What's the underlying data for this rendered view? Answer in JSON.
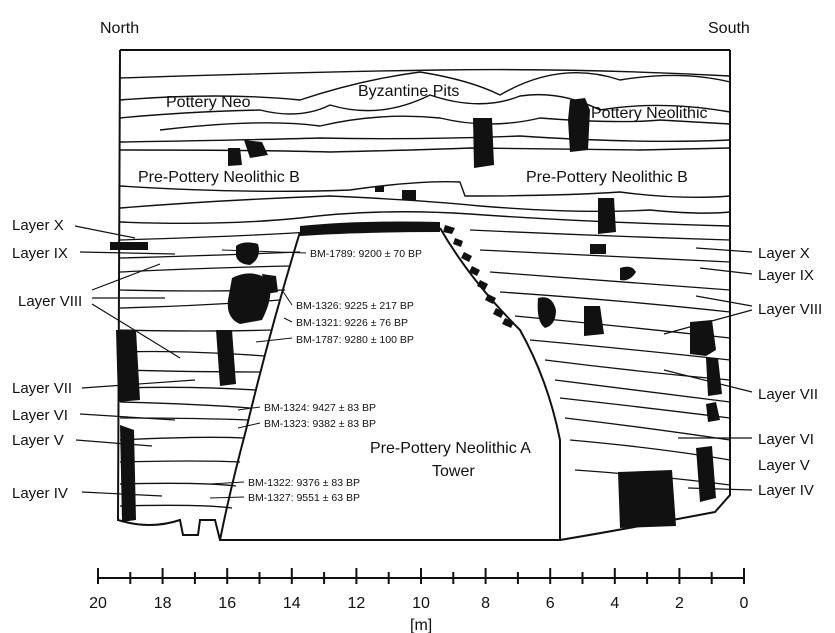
{
  "orientation": {
    "left": "North",
    "right": "South"
  },
  "period_labels": {
    "pottery_neo": "Pottery Neo",
    "byzantine": "Byzantine Pits",
    "pottery_neolithic": "Pottery Neolithic",
    "ppnb_left": "Pre-Pottery Neolithic B",
    "ppnb_right": "Pre-Pottery Neolithic B",
    "ppna_line1": "Pre-Pottery Neolithic A",
    "ppna_line2": "Tower"
  },
  "layers_left": [
    "Layer X",
    "Layer IX",
    "Layer VIII",
    "Layer VII",
    "Layer VI",
    "Layer V",
    "Layer IV"
  ],
  "layers_right": [
    "Layer X",
    "Layer IX",
    "Layer VIII",
    "Layer VII",
    "Layer VI",
    "Layer V",
    "Layer IV"
  ],
  "dates": [
    "BM-1789: 9200 ± 70 BP",
    "BM-1326: 9225 ± 217 BP",
    "BM-1321: 9226 ± 76 BP",
    "BM-1787: 9280 ± 100 BP",
    "BM-1324: 9427 ± 83 BP",
    "BM-1323: 9382 ± 83 BP",
    "BM-1322: 9376 ± 83 BP",
    "BM-1327: 9551 ± 63 BP"
  ],
  "scale": {
    "ticks": [
      "20",
      "18",
      "16",
      "14",
      "12",
      "10",
      "8",
      "6",
      "4",
      "2",
      "0"
    ],
    "unit": "[m]"
  }
}
